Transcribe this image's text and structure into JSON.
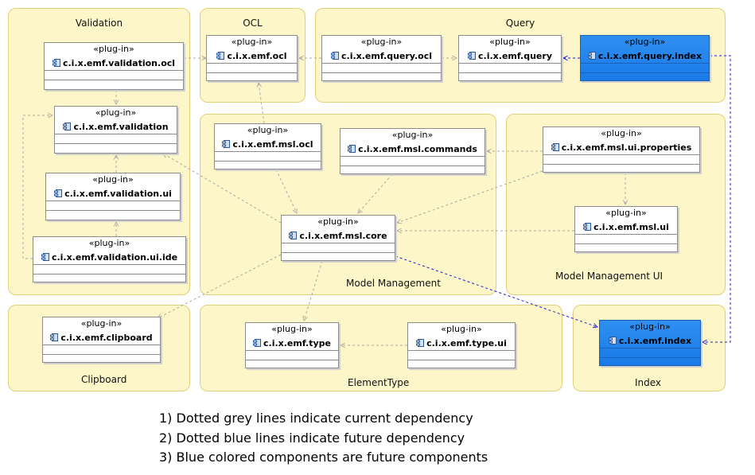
{
  "stereotype": "«plug-in»",
  "packages": [
    {
      "id": "validation",
      "title": "Validation"
    },
    {
      "id": "ocl",
      "title": "OCL"
    },
    {
      "id": "query",
      "title": "Query"
    },
    {
      "id": "model_management",
      "title": "Model Management"
    },
    {
      "id": "model_management_ui",
      "title": "Model Management UI"
    },
    {
      "id": "clipboard",
      "title": "Clipboard"
    },
    {
      "id": "element_type",
      "title": "ElementType"
    },
    {
      "id": "index",
      "title": "Index"
    }
  ],
  "components": [
    {
      "id": "validation_ocl",
      "name": "c.i.x.emf.validation.ocl",
      "future": false
    },
    {
      "id": "validation",
      "name": "c.i.x.emf.validation",
      "future": false
    },
    {
      "id": "validation_ui",
      "name": "c.i.x.emf.validation.ui",
      "future": false
    },
    {
      "id": "validation_ui_ide",
      "name": "c.i.x.emf.validation.ui.ide",
      "future": false
    },
    {
      "id": "ocl",
      "name": "c.i.x.emf.ocl",
      "future": false
    },
    {
      "id": "query_ocl",
      "name": "c.i.x.emf.query.ocl",
      "future": false
    },
    {
      "id": "query",
      "name": "c.i.x.emf.query",
      "future": false
    },
    {
      "id": "query_index",
      "name": "c.i.x.emf.query.index",
      "future": true
    },
    {
      "id": "msl_ocl",
      "name": "c.i.x.emf.msl.ocl",
      "future": false
    },
    {
      "id": "msl_commands",
      "name": "c.i.x.emf.msl.commands",
      "future": false
    },
    {
      "id": "msl_ui_properties",
      "name": "c.i.x.emf.msl.ui.properties",
      "future": false
    },
    {
      "id": "msl_core",
      "name": "c.i.x.emf.msl.core",
      "future": false
    },
    {
      "id": "msl_ui",
      "name": "c.i.x.emf.msl.ui",
      "future": false
    },
    {
      "id": "clipboard",
      "name": "c.i.x.emf.clipboard",
      "future": false
    },
    {
      "id": "type",
      "name": "c.i.x.emf.type",
      "future": false
    },
    {
      "id": "type_ui",
      "name": "c.i.x.emf.type.ui",
      "future": false
    },
    {
      "id": "index",
      "name": "c.i.x.emf.index",
      "future": true
    }
  ],
  "dependencies": [
    {
      "from": "validation_ocl",
      "to": "ocl",
      "kind": "current"
    },
    {
      "from": "validation_ocl",
      "to": "validation",
      "kind": "current"
    },
    {
      "from": "validation_ui",
      "to": "validation",
      "kind": "current"
    },
    {
      "from": "validation_ui_ide",
      "to": "validation_ui",
      "kind": "current"
    },
    {
      "from": "validation_ui_ide",
      "to": "validation",
      "kind": "current"
    },
    {
      "from": "query_ocl",
      "to": "ocl",
      "kind": "current"
    },
    {
      "from": "query_ocl",
      "to": "query",
      "kind": "current"
    },
    {
      "from": "query_index",
      "to": "query",
      "kind": "future"
    },
    {
      "from": "query_index",
      "to": "index",
      "kind": "future"
    },
    {
      "from": "msl_ocl",
      "to": "ocl",
      "kind": "current"
    },
    {
      "from": "msl_ocl",
      "to": "msl_core",
      "kind": "current"
    },
    {
      "from": "msl_commands",
      "to": "msl_core",
      "kind": "current"
    },
    {
      "from": "msl_ui_properties",
      "to": "msl_commands",
      "kind": "current"
    },
    {
      "from": "msl_ui_properties",
      "to": "msl_core",
      "kind": "current"
    },
    {
      "from": "msl_ui_properties",
      "to": "msl_ui",
      "kind": "current"
    },
    {
      "from": "msl_ui",
      "to": "msl_core",
      "kind": "current"
    },
    {
      "from": "msl_core",
      "to": "validation",
      "kind": "current"
    },
    {
      "from": "msl_core",
      "to": "clipboard",
      "kind": "current"
    },
    {
      "from": "msl_core",
      "to": "type",
      "kind": "current"
    },
    {
      "from": "msl_core",
      "to": "index",
      "kind": "future"
    },
    {
      "from": "type_ui",
      "to": "type",
      "kind": "current"
    }
  ],
  "notes": [
    "1) Dotted grey lines indicate current dependency",
    "2) Dotted blue lines indicate future dependency",
    "3) Blue colored components are future components"
  ],
  "colors": {
    "package_fill": "#fdf6c8",
    "package_border": "#e2cf7a",
    "current_dependency": "#a9a9a9",
    "future_dependency": "#1a1ad6",
    "future_component": "#1a7ae8"
  }
}
